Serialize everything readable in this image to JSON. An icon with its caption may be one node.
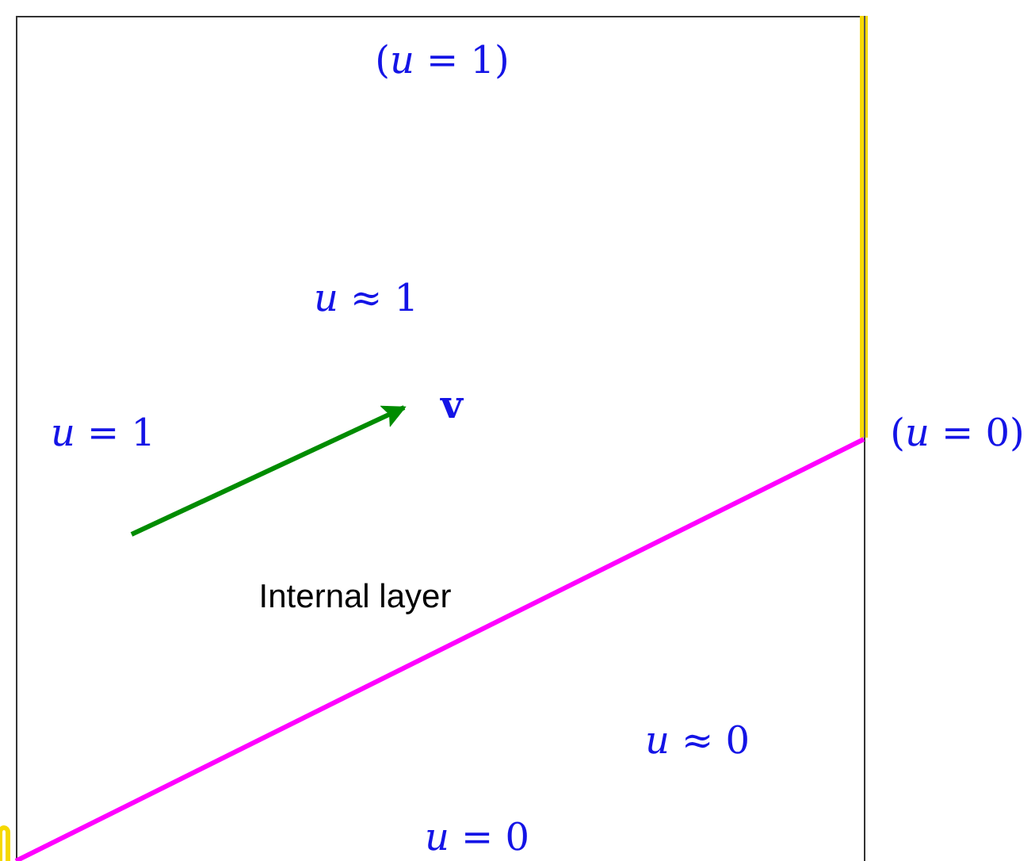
{
  "diagram": {
    "labels": [
      "(*u* = 1)",
      "*u* ≈ 1",
      "*u* = 1",
      "v",
      "(*u* = 0)",
      "Internal layer",
      "*u* ≈ 0",
      "*u* = 0"
    ]
  }
}
